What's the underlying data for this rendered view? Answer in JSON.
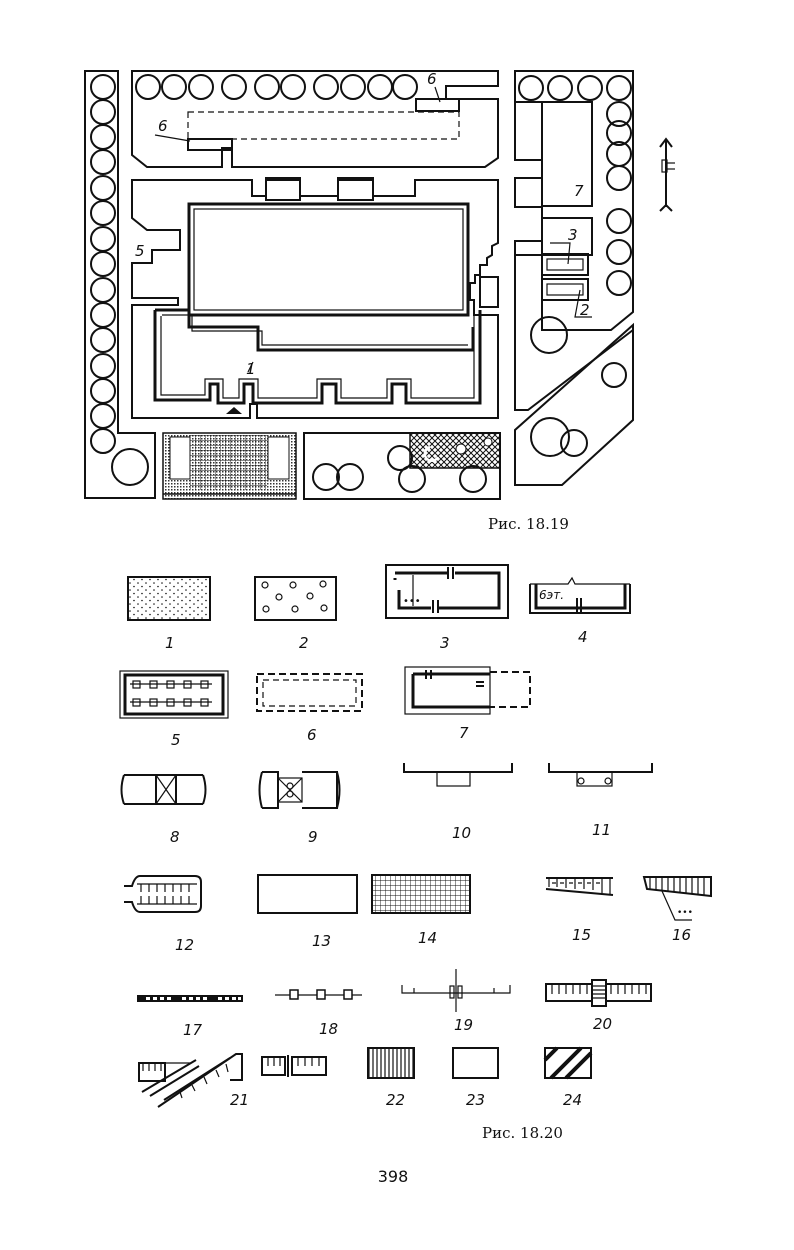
{
  "page": {
    "number": "398"
  },
  "figure_1": {
    "caption": "Рис. 18.19",
    "plan_labels": [
      {
        "id": "label-6-top",
        "text": "6"
      },
      {
        "id": "label-6-left",
        "text": "6"
      },
      {
        "id": "label-5",
        "text": "5"
      },
      {
        "id": "label-1",
        "text": "1"
      },
      {
        "id": "label-7",
        "text": "7"
      },
      {
        "id": "label-3",
        "text": "3"
      },
      {
        "id": "label-2",
        "text": "2"
      }
    ],
    "north_arrow": "north-arrow-icon"
  },
  "figure_2": {
    "caption": "Рис. 18.20",
    "legend_items": [
      {
        "number": "1",
        "symbol": "dotted-fill-area"
      },
      {
        "number": "2",
        "symbol": "circles-fill-area"
      },
      {
        "number": "3",
        "symbol": "room-with-doors"
      },
      {
        "number": "4",
        "symbol": "room-with-floor-count",
        "text": "6эт."
      },
      {
        "number": "5",
        "symbol": "grid-window-building"
      },
      {
        "number": "6",
        "symbol": "dashed-projected-building"
      },
      {
        "number": "7",
        "symbol": "building-with-dashed-extension"
      },
      {
        "number": "8",
        "symbol": "wall-opening-cross"
      },
      {
        "number": "9",
        "symbol": "wall-opening-cross-circle"
      },
      {
        "number": "10",
        "symbol": "wall-projection"
      },
      {
        "number": "11",
        "symbol": "wall-projection-hinged"
      },
      {
        "number": "12",
        "symbol": "parking-bays"
      },
      {
        "number": "13",
        "symbol": "plain-rectangle"
      },
      {
        "number": "14",
        "symbol": "grid-hatch-area"
      },
      {
        "number": "15",
        "symbol": "retaining-wall-thin"
      },
      {
        "number": "16",
        "symbol": "retaining-wall-thick"
      },
      {
        "number": "17",
        "symbol": "fence-dashed-blocks"
      },
      {
        "number": "18",
        "symbol": "fence-posts"
      },
      {
        "number": "19",
        "symbol": "gate-symbol"
      },
      {
        "number": "20",
        "symbol": "steps-in-wall"
      },
      {
        "number": "21",
        "symbol": "ramp-and-stairs"
      },
      {
        "number": "22",
        "symbol": "vertical-hatch"
      },
      {
        "number": "23",
        "symbol": "empty-rectangle"
      },
      {
        "number": "24",
        "symbol": "diagonal-hatch"
      }
    ]
  }
}
